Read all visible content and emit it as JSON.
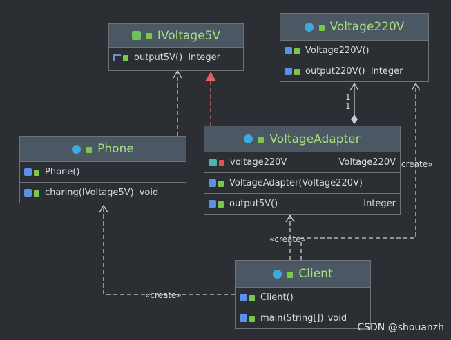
{
  "classes": {
    "ivoltage5v": {
      "title": "IVoltage5V",
      "methods": [
        {
          "name": "output5V()",
          "type": "Integer"
        }
      ]
    },
    "voltage220v": {
      "title": "Voltage220V",
      "constructors": [
        {
          "name": "Voltage220V()",
          "type": ""
        }
      ],
      "methods": [
        {
          "name": "output220V()",
          "type": "Integer"
        }
      ]
    },
    "phone": {
      "title": "Phone",
      "constructors": [
        {
          "name": "Phone()",
          "type": ""
        }
      ],
      "methods": [
        {
          "name": "charing(IVoltage5V)",
          "type": "void"
        }
      ]
    },
    "adapter": {
      "title": "VoltageAdapter",
      "fields": [
        {
          "name": "voltage220V",
          "type": "Voltage220V"
        }
      ],
      "constructors": [
        {
          "name": "VoltageAdapter(Voltage220V)",
          "type": ""
        }
      ],
      "methods": [
        {
          "name": "output5V()",
          "type": "Integer"
        }
      ]
    },
    "client": {
      "title": "Client",
      "constructors": [
        {
          "name": "Client()",
          "type": ""
        }
      ],
      "methods": [
        {
          "name": "main(String[])",
          "type": "void"
        }
      ]
    }
  },
  "labels": {
    "create1": "«create»",
    "create2": "«create»",
    "create3": "create»",
    "mult1": "1",
    "mult2": "1"
  },
  "watermark": "CSDN @shouanzh"
}
